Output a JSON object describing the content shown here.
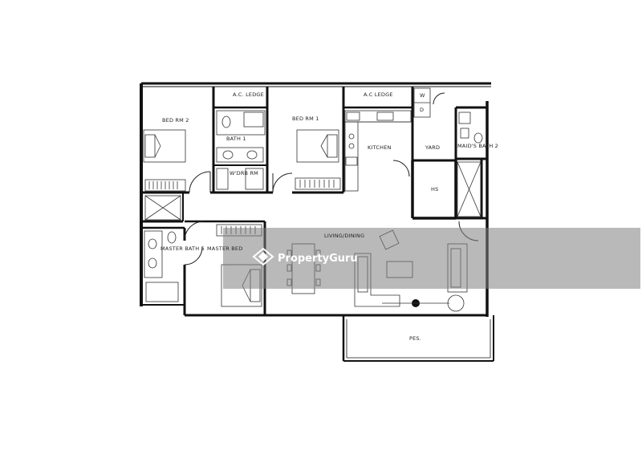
{
  "rooms": {
    "ac_ledge_left": "A.C. LEDGE",
    "ac_ledge_right": "A.C LEDGE",
    "bed_rm_2": "BED RM 2",
    "bed_rm_1": "BED RM 1",
    "bath_1": "BATH 1",
    "wic_rm": "W'DRB RM",
    "kitchen": "KITCHEN",
    "yard": "YARD",
    "washer": "W",
    "dryer": "D",
    "hs": "HS",
    "maids_bath": "MAID'S BATH 2",
    "master_bath": "MASTER BATH 5",
    "master_bed": "MASTER BED",
    "living_dining": "LIVING/DINING",
    "pes": "PES."
  },
  "watermark": {
    "text": "PropertyGuru"
  }
}
